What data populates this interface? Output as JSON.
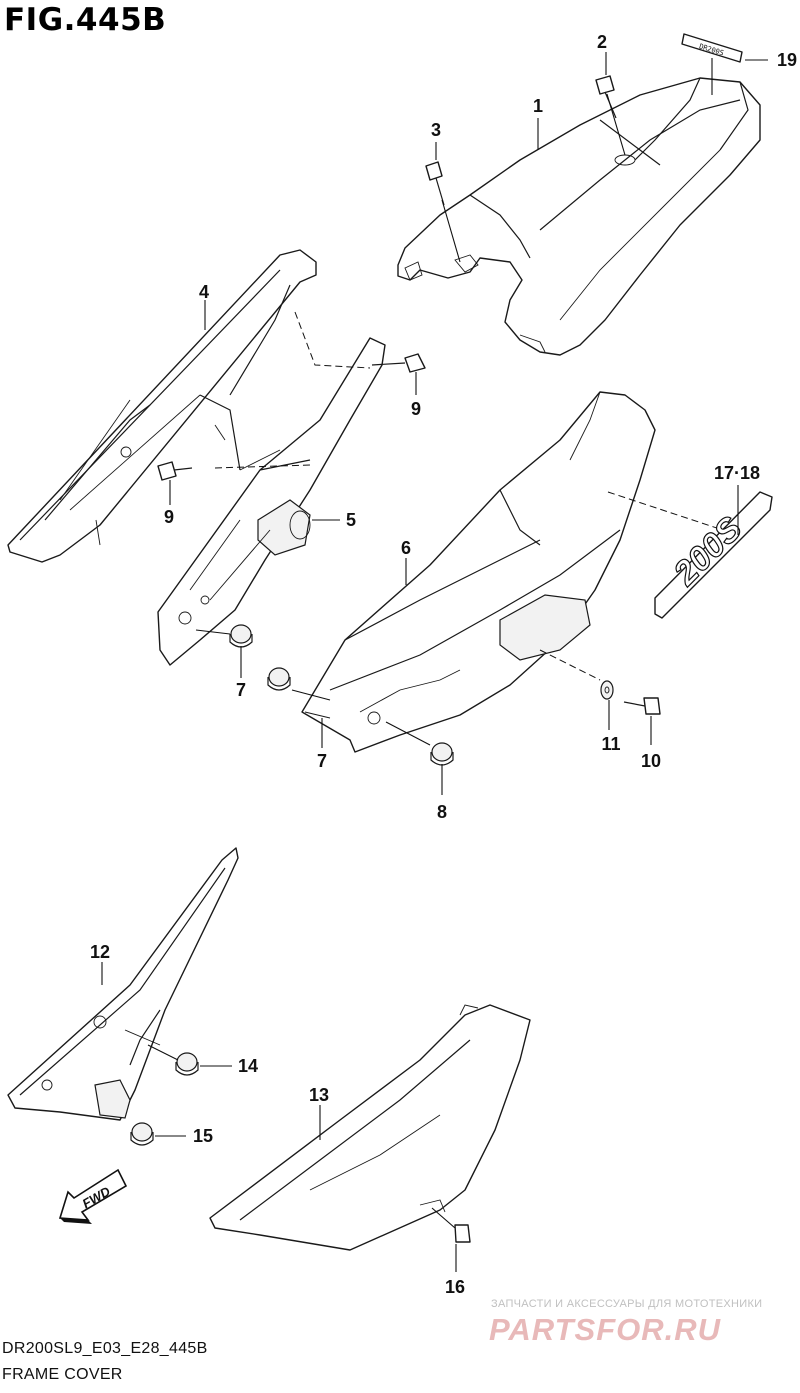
{
  "figure": {
    "title": "FIG.445B"
  },
  "callouts": {
    "c1": "1",
    "c2": "2",
    "c3": "3",
    "c4": "4",
    "c5": "5",
    "c6": "6",
    "c7a": "7",
    "c7b": "7",
    "c8": "8",
    "c9a": "9",
    "c9b": "9",
    "c10": "10",
    "c11": "11",
    "c12": "12",
    "c13": "13",
    "c14": "14",
    "c15": "15",
    "c16": "16",
    "c1718": "17·18",
    "c19": "19"
  },
  "emblems": {
    "small": "DR200S",
    "large": "200S"
  },
  "fwd_label": "FWD",
  "footer": {
    "code": "DR200SL9_E03_E28_445B",
    "name": "FRAME COVER"
  },
  "watermark": {
    "tagline": "ЗАПЧАСТИ И АКСЕССУАРЫ ДЛЯ МОТОТЕХНИКИ",
    "logo": "PARTSFOR.RU"
  }
}
